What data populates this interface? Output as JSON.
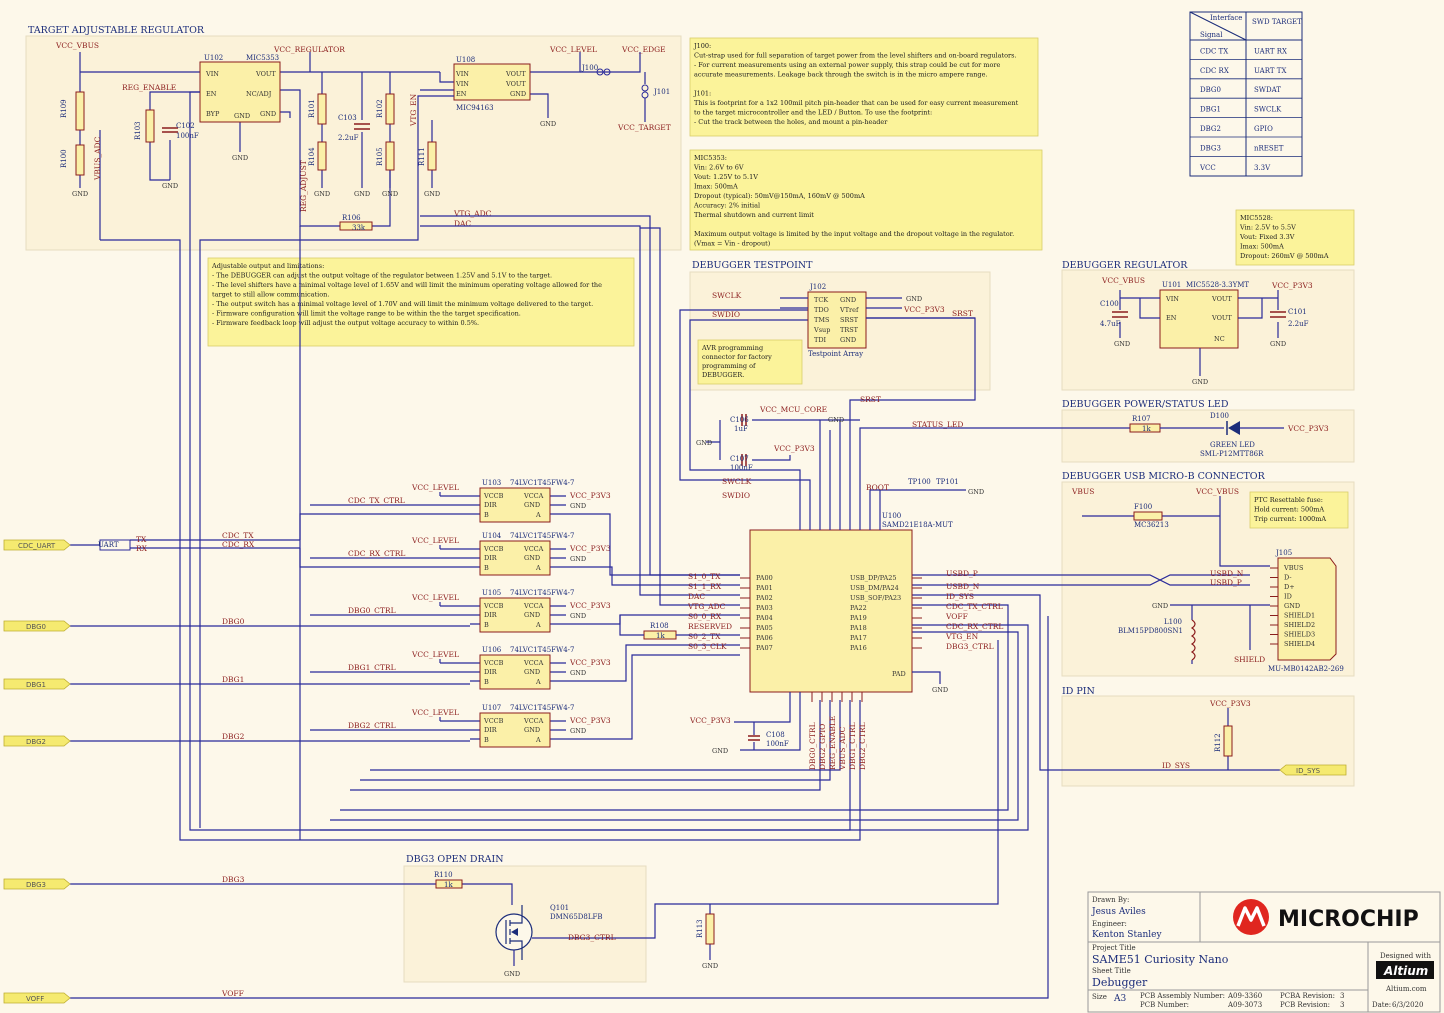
{
  "sections": {
    "target_reg": "TARGET ADJUSTABLE REGULATOR",
    "testpoint": "DEBUGGER TESTPOINT",
    "dbg_reg": "DEBUGGER REGULATOR",
    "power_led": "DEBUGGER POWER/STATUS LED",
    "usb": "DEBUGGER USB MICRO-B CONNECTOR",
    "id_pin": "ID PIN",
    "dbg3_od": "DBG3 OPEN DRAIN"
  },
  "notes": {
    "j100": [
      "J100:",
      "Cut-strap used for full separation of target power from the level shifters and on-board regulators.",
      "- For current measurements using an external power supply, this strap could be cut for more",
      "accurate measurements. Leakage back through the switch is in the micro ampere range.",
      "",
      "J101:",
      "This is footprint for a 1x2 100mil pitch pin-header that can be used for easy current measurement",
      "to the target microcontroller and the LED / Button. To use the footprint:",
      "- Cut the track between the holes, and mount a pin-header"
    ],
    "mic5353": [
      "MIC5353:",
      "Vin: 2.6V to 6V",
      "Vout: 1.25V to 5.1V",
      "Imax: 500mA",
      "Dropout (typical): 50mV@150mA, 160mV @ 500mA",
      "Accuracy: 2% initial",
      "Thermal shutdown and current limit",
      "",
      "Maximum output voltage is limited by the input voltage and the dropout voltage in the regulator.",
      "(Vmax = Vin - dropout)"
    ],
    "adjustable": [
      "Adjustable output and limitations:",
      "- The DEBUGGER can adjust the output voltage of the regulator between 1.25V and 5.1V to the target.",
      "- The level shifters have a minimal voltage level of 1.65V and will limit the minimum operating voltage allowed for the",
      "target to still allow communication.",
      "- The output switch has a minimal voltage level of 1.70V and will limit the minimum voltage delivered to the target.",
      "- Firmware configuration will limit the voltage range to be within the the target specification.",
      "- Firmware feedback loop will adjust the output voltage accuracy to within 0.5%."
    ],
    "mic5528": [
      "MIC5528:",
      "Vin: 2.5V to 5.5V",
      "Vout: Fixed 3.3V",
      "Imax: 500mA",
      "Dropout: 260mV @ 500mA"
    ],
    "avr": [
      "AVR programming",
      "connector for factory",
      "programming of",
      "DEBUGGER."
    ],
    "ptc": [
      "PTC Resettable fuse:",
      "Hold current: 500mA",
      "Trip current: 1000mA"
    ]
  },
  "iface_table": {
    "h1": "Interface",
    "h2": "Signal",
    "h3": "SWD TARGET",
    "rows": [
      [
        "CDC TX",
        "UART RX"
      ],
      [
        "CDC RX",
        "UART TX"
      ],
      [
        "DBG0",
        "SWDAT"
      ],
      [
        "DBG1",
        "SWCLK"
      ],
      [
        "DBG2",
        "GPIO"
      ],
      [
        "DBG3",
        "nRESET"
      ],
      [
        "VCC",
        "3.3V"
      ]
    ]
  },
  "nets": {
    "vcc_vbus": "VCC_VBUS",
    "vcc_regulator": "VCC_REGULATOR",
    "vcc_level": "VCC_LEVEL",
    "vcc_edge": "VCC_EDGE",
    "vcc_target": "VCC_TARGET",
    "reg_enable": "REG_ENABLE",
    "vbus_adc": "VBUS_ADC",
    "reg_adjust": "REG_ADJUST",
    "vtg_en": "VTG_EN",
    "vtg_adc": "VTG_ADC",
    "dac": "DAC",
    "swclk": "SWCLK",
    "swdio": "SWDIO",
    "vcc_p3v3": "VCC_P3V3",
    "srst": "SRST",
    "vcc_mcu_core": "VCC_MCU_CORE",
    "gnd": "GND",
    "status_led": "STATUS_LED",
    "boot": "BOOT",
    "cdc_tx_ctrl": "CDC_TX_CTRL",
    "cdc_rx_ctrl": "CDC_RX_CTRL",
    "dbg0_ctrl": "DBG0_CTRL",
    "dbg1_ctrl": "DBG1_CTRL",
    "dbg2_ctrl": "DBG2_CTRL",
    "dbg3_ctrl": "DBG3_CTRL",
    "cdc_tx": "CDC_TX",
    "cdc_rx": "CDC_RX",
    "dbg0": "DBG0",
    "dbg1": "DBG1",
    "dbg2": "DBG2",
    "dbg3": "DBG3",
    "tx": "TX",
    "rx": "RX",
    "uart": "UART",
    "vbus": "VBUS",
    "id_sys": "ID_SYS",
    "vocf": "VOFF",
    "usbd_p": "USBD_P",
    "usbd_n": "USBD_N",
    "shield": "SHIELD"
  },
  "ports": {
    "cdc_uart": "CDC_UART",
    "dbg0": "DBG0",
    "dbg1": "DBG1",
    "dbg2": "DBG2",
    "dbg3": "DBG3",
    "voff": "VOFF",
    "id_sys": "ID_SYS"
  },
  "parts": {
    "u102": "U102",
    "u102_val": "MIC5353",
    "u108": "U108",
    "u108_val": "MIC94163",
    "u101": "U101",
    "u101_val": "MIC5528-3.3YMT",
    "u100": "U100",
    "u100_val": "SAMD21E18A-MUT",
    "j102": "J102",
    "j102_val": "Testpoint Array",
    "j100": "J100",
    "j101": "J101",
    "j105": "J105",
    "j105_val": "MU-MB0142AB2-269",
    "d100": "D100",
    "d100_val": "GREEN LED",
    "d100_pn": "SML-P12MTT86R",
    "f100": "F100",
    "f100_val": "MC36213",
    "l100": "L100",
    "l100_val": "BLM15PD800SN1",
    "q101": "Q101",
    "q101_val": "DMN65D8LFB",
    "tp100": "TP100",
    "tp101": "TP101",
    "r109": "R109",
    "r100": "R100",
    "r103": "R103",
    "c102": "C102",
    "c102_val": "100nF",
    "r101": "R101",
    "r104": "R104",
    "c103": "C103",
    "c103_val": "2.2uF",
    "r102": "R102",
    "r105": "R105",
    "r111": "R111",
    "r106": "R106",
    "r106_val": "33k",
    "c100": "C100",
    "c100_val": "4.7uF",
    "c101": "C101",
    "c101_val": "2.2uF",
    "r107": "R107",
    "r107_val": "1k",
    "c106": "C106",
    "c106_val": "1uF",
    "c107": "C107",
    "c107_val": "100nF",
    "c108": "C108",
    "c108_val": "100nF",
    "r108": "R108",
    "r108_val": "1k",
    "r110": "R110",
    "r110_val": "1k",
    "r112": "R112",
    "r113": "R113",
    "u103": "U103",
    "u104": "U104",
    "u105": "U105",
    "u106": "U106",
    "u107": "U107",
    "shifter_val": "74LVC1T45FW4-7"
  },
  "shifter_pins": {
    "vccb": "VCCB",
    "vcca": "VCCA",
    "dir": "DIR",
    "gnd": "GND",
    "b": "B",
    "a": "A"
  },
  "mcu_pins_left": [
    "PA00",
    "PA01",
    "PA02",
    "PA03",
    "PA04",
    "PA05",
    "PA06",
    "PA07"
  ],
  "mcu_nets_left": [
    "S1_0_TX",
    "S1_1_RX",
    "DAC",
    "VTG_ADC",
    "S0_0_RX",
    "RESERVED",
    "S0_2_TX",
    "S0_3_CLK"
  ],
  "mcu_pins_right": [
    "USB_DP/PA25",
    "USB_DM/PA24",
    "USB_SOF/PA23",
    "PA22",
    "PA19",
    "PA18",
    "PA17",
    "PA16"
  ],
  "mcu_nets_right": [
    "USBD_P",
    "USBD_N",
    "ID_SYS",
    "CDC_TX_CTRL",
    "VOFF",
    "CDC_RX_CTRL",
    "VTG_EN",
    "DBG3_CTRL"
  ],
  "mcu_nets_bottom": [
    "DBG0_CTRL",
    "DBG2_GPIO",
    "REG_ENABLE",
    "VBUS_ADC",
    "DBG1_CTRL",
    "DBG2_CTRL"
  ],
  "title_block": {
    "drawn_by_label": "Drawn By:",
    "drawn_by": "Jesus Aviles",
    "engineer_label": "Engineer:",
    "engineer": "Kenton Stanley",
    "project_label": "Project Title",
    "project": "SAME51 Curiosity Nano",
    "sheet_label": "Sheet Title",
    "sheet": "Debugger",
    "size_label": "Size",
    "size": "A3",
    "pcba_num_label": "PCB Assembly Number:",
    "pcba_num": "A09-3360",
    "pcb_num_label": "PCB Number:",
    "pcb_num": "A09-3073",
    "pcba_rev_label": "PCBA Revision:",
    "pcba_rev": "3",
    "pcb_rev_label": "PCB Revision:",
    "pcb_rev": "3",
    "logo": "MICROCHIP",
    "designed_with": "Designed with",
    "altium": "Altium",
    "altium_url": "Altium.com",
    "date_label": "Date:",
    "date": "6/3/2020"
  },
  "colors": {
    "wire": "#2a2a9a",
    "component": "#8b1c1c",
    "fill": "#fbf0a8",
    "note": "#fbf39a",
    "logo": "#e0261f"
  }
}
